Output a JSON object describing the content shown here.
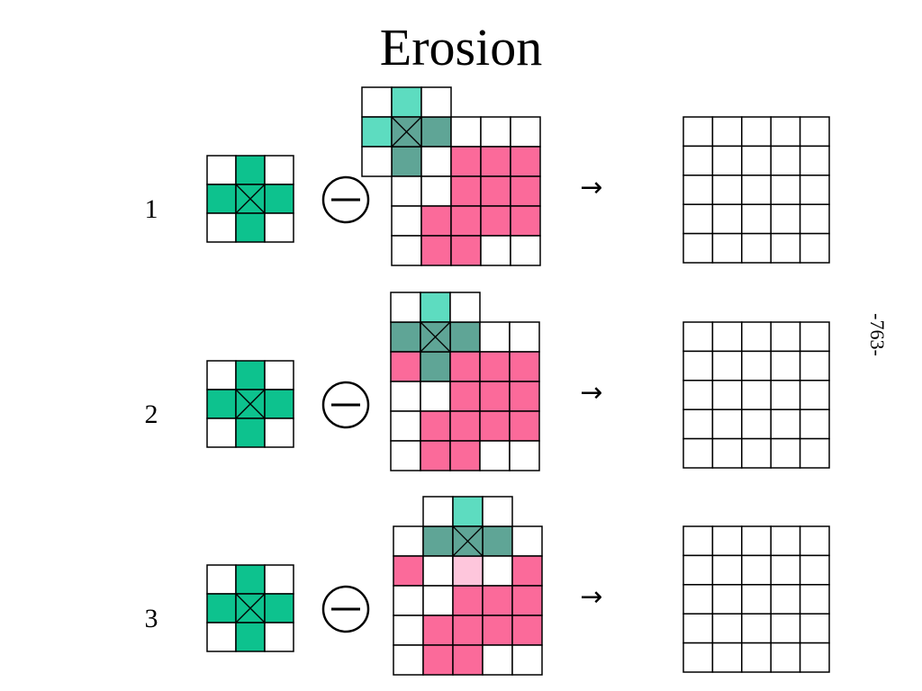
{
  "title": "Erosion",
  "page_number": "-763-",
  "colors": {
    "structuring": "#0dc28e",
    "window_light": "#5ddcc0",
    "window_dark": "#5fa596",
    "image_fg": "#fb6a9a",
    "image_overlap": "#fec6dc",
    "grid_line": "#000000",
    "background": "#ffffff"
  },
  "operator_symbol": "erosion-operator",
  "arrow_symbol": "→",
  "structuring_element": [
    [
      0,
      1,
      0
    ],
    [
      1,
      1,
      1
    ],
    [
      0,
      1,
      0
    ]
  ],
  "rows": [
    {
      "label": "1",
      "image": [
        [
          0,
          0,
          0,
          0,
          0
        ],
        [
          0,
          0,
          1,
          1,
          1
        ],
        [
          0,
          0,
          1,
          1,
          1
        ],
        [
          0,
          1,
          1,
          1,
          1
        ],
        [
          0,
          1,
          1,
          0,
          0
        ]
      ],
      "window_center": [
        0,
        0
      ],
      "result": [
        [
          0,
          0,
          0,
          0,
          0
        ],
        [
          0,
          0,
          0,
          0,
          0
        ],
        [
          0,
          0,
          0,
          0,
          0
        ],
        [
          0,
          0,
          0,
          0,
          0
        ],
        [
          0,
          0,
          0,
          0,
          0
        ]
      ]
    },
    {
      "label": "2",
      "image": [
        [
          0,
          0,
          0,
          0,
          0
        ],
        [
          1,
          0,
          1,
          1,
          1
        ],
        [
          0,
          0,
          1,
          1,
          1
        ],
        [
          0,
          1,
          1,
          1,
          1
        ],
        [
          0,
          1,
          1,
          0,
          0
        ]
      ],
      "window_center": [
        0,
        1
      ],
      "result": [
        [
          0,
          0,
          0,
          0,
          0
        ],
        [
          0,
          0,
          0,
          0,
          0
        ],
        [
          0,
          0,
          0,
          0,
          0
        ],
        [
          0,
          0,
          0,
          0,
          0
        ],
        [
          0,
          0,
          0,
          0,
          0
        ]
      ]
    },
    {
      "label": "3",
      "image": [
        [
          0,
          0,
          0,
          0,
          0
        ],
        [
          1,
          0,
          1,
          0,
          1
        ],
        [
          0,
          0,
          1,
          1,
          1
        ],
        [
          0,
          1,
          1,
          1,
          1
        ],
        [
          0,
          1,
          1,
          0,
          0
        ]
      ],
      "window_center": [
        0,
        2
      ],
      "result": [
        [
          0,
          0,
          0,
          0,
          0
        ],
        [
          0,
          0,
          0,
          0,
          0
        ],
        [
          0,
          0,
          0,
          0,
          0
        ],
        [
          0,
          0,
          0,
          0,
          0
        ],
        [
          0,
          0,
          0,
          0,
          0
        ]
      ]
    }
  ]
}
